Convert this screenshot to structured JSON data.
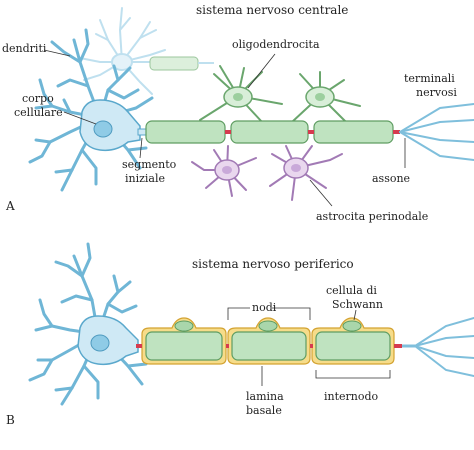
{
  "panel_a": {
    "letter": "A",
    "title": "sistema nervoso centrale",
    "labels": {
      "dendriti": "dendriti",
      "corpo_l1": "corpo",
      "corpo_l2": "cellulare",
      "oligodendrocita": "oligodendrocita",
      "terminali_l1": "terminali",
      "terminali_l2": "nervosi",
      "segmento_l1": "segmento",
      "segmento_l2": "iniziale",
      "assone": "assone",
      "astrocita": "astrocita perinodale"
    }
  },
  "panel_b": {
    "letter": "B",
    "title": "sistema nervoso periferico",
    "labels": {
      "cellula_l1": "cellula di",
      "cellula_l2": "Schwann",
      "nodi": "nodi",
      "lamina_l1": "lamina",
      "lamina_l2": "basale",
      "internodo": "internodo"
    }
  },
  "colors": {
    "neuron_fill": "#cfe9f5",
    "neuron_stroke": "#5aa8cc",
    "nucleus": "#8fcbe6",
    "myelin_fill": "#bfe3c0",
    "myelin_stroke": "#5f9d62",
    "oligo_fill": "#d8eed8",
    "astro_fill": "#e9d7ee",
    "astro_stroke": "#a27ab5",
    "node": "#d63b4f",
    "lamina": "#e8b84a",
    "faded_neuron": "#dbeef7"
  }
}
